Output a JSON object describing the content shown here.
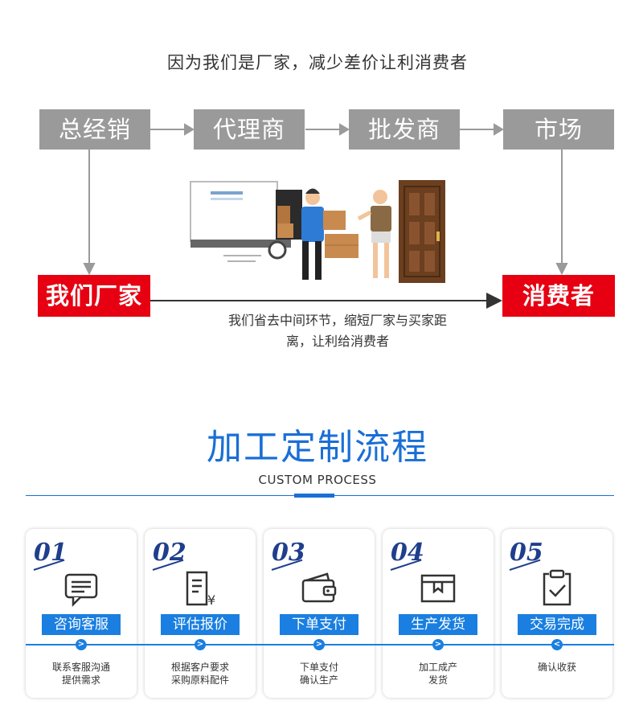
{
  "headline": "因为我们是厂家，减少差价让利消费者",
  "chain": {
    "boxes": [
      "总经销",
      "代理商",
      "批发商",
      "市场"
    ]
  },
  "factory": "我们厂家",
  "consumer": "消费者",
  "note_line1": "我们省去中间环节，缩短厂家与买家距",
  "note_line2": "离，让利给消费者",
  "section_title": "加工定制流程",
  "section_subtitle": "CUSTOM PROCESS",
  "steps": [
    {
      "num": "01",
      "label": "咨询客服",
      "desc1": "联系客服沟通",
      "desc2": "提供需求",
      "icon": "chat-icon"
    },
    {
      "num": "02",
      "label": "评估报价",
      "desc1": "根据客户要求",
      "desc2": "采购原料配件",
      "icon": "quote-document-icon"
    },
    {
      "num": "03",
      "label": "下单支付",
      "desc1": "下单支付",
      "desc2": "确认生产",
      "icon": "wallet-icon"
    },
    {
      "num": "04",
      "label": "生产发货",
      "desc1": "加工成产",
      "desc2": "发货",
      "icon": "box-icon"
    },
    {
      "num": "05",
      "label": "交易完成",
      "desc1": "确认收获",
      "desc2": "",
      "icon": "clipboard-check-icon"
    }
  ],
  "colors": {
    "gray": "#9a9a9a",
    "red": "#e60012",
    "blue": "#1a7fe0",
    "navy": "#1f3f8c"
  }
}
